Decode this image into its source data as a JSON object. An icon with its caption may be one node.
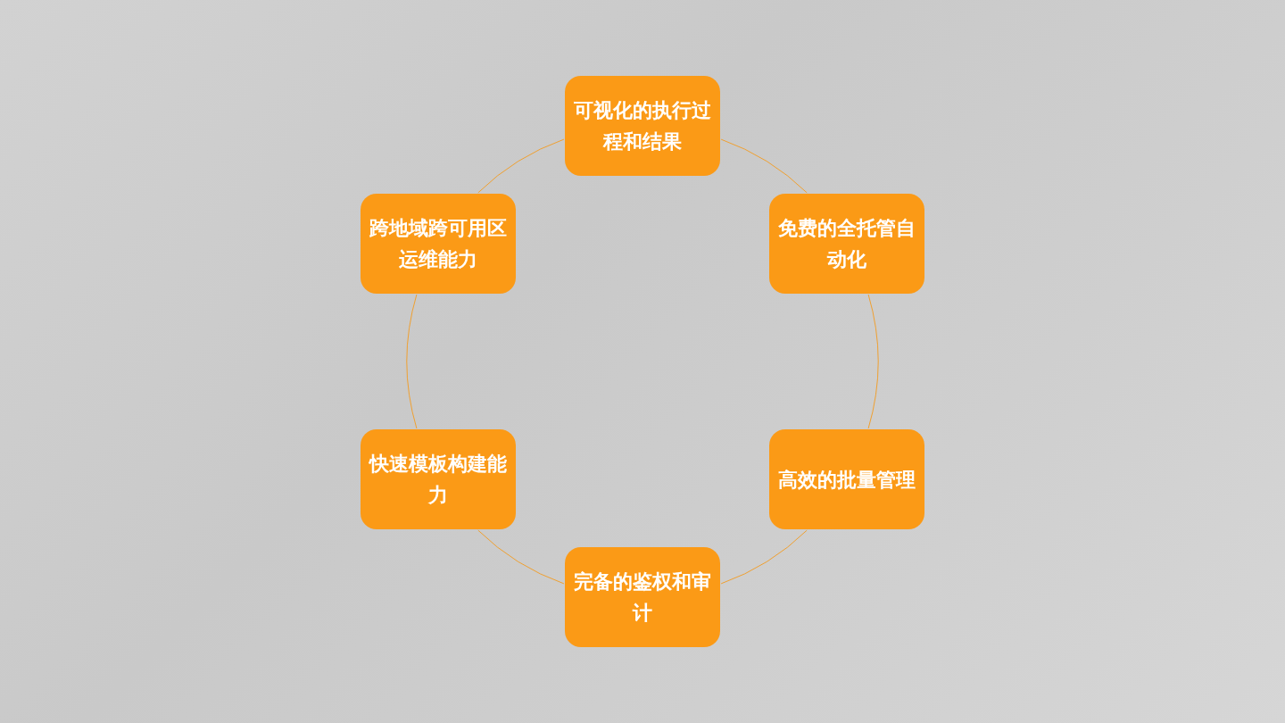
{
  "diagram": {
    "nodes": [
      {
        "text": [
          "可视化的执行过程和结果"
        ]
      },
      {
        "text": [
          "跨地域跨可用区运维能力"
        ]
      },
      {
        "text": [
          "免费的全托管自动化"
        ]
      },
      {
        "text": [
          "快速模板构建能力"
        ]
      },
      {
        "text": [
          "高效的批量管理"
        ]
      },
      {
        "text": [
          "完备的鉴权和审计"
        ]
      }
    ],
    "edges": [
      {
        "from": 0,
        "to": 2,
        "arrow": "none"
      },
      {
        "from": 2,
        "to": 4,
        "arrow": "none"
      },
      {
        "from": 4,
        "to": 5,
        "arrow": "none"
      },
      {
        "from": 5,
        "to": 3,
        "arrow": "none"
      },
      {
        "from": 3,
        "to": 1,
        "arrow": "none"
      },
      {
        "from": 1,
        "to": 0,
        "arrow": "none"
      }
    ]
  }
}
